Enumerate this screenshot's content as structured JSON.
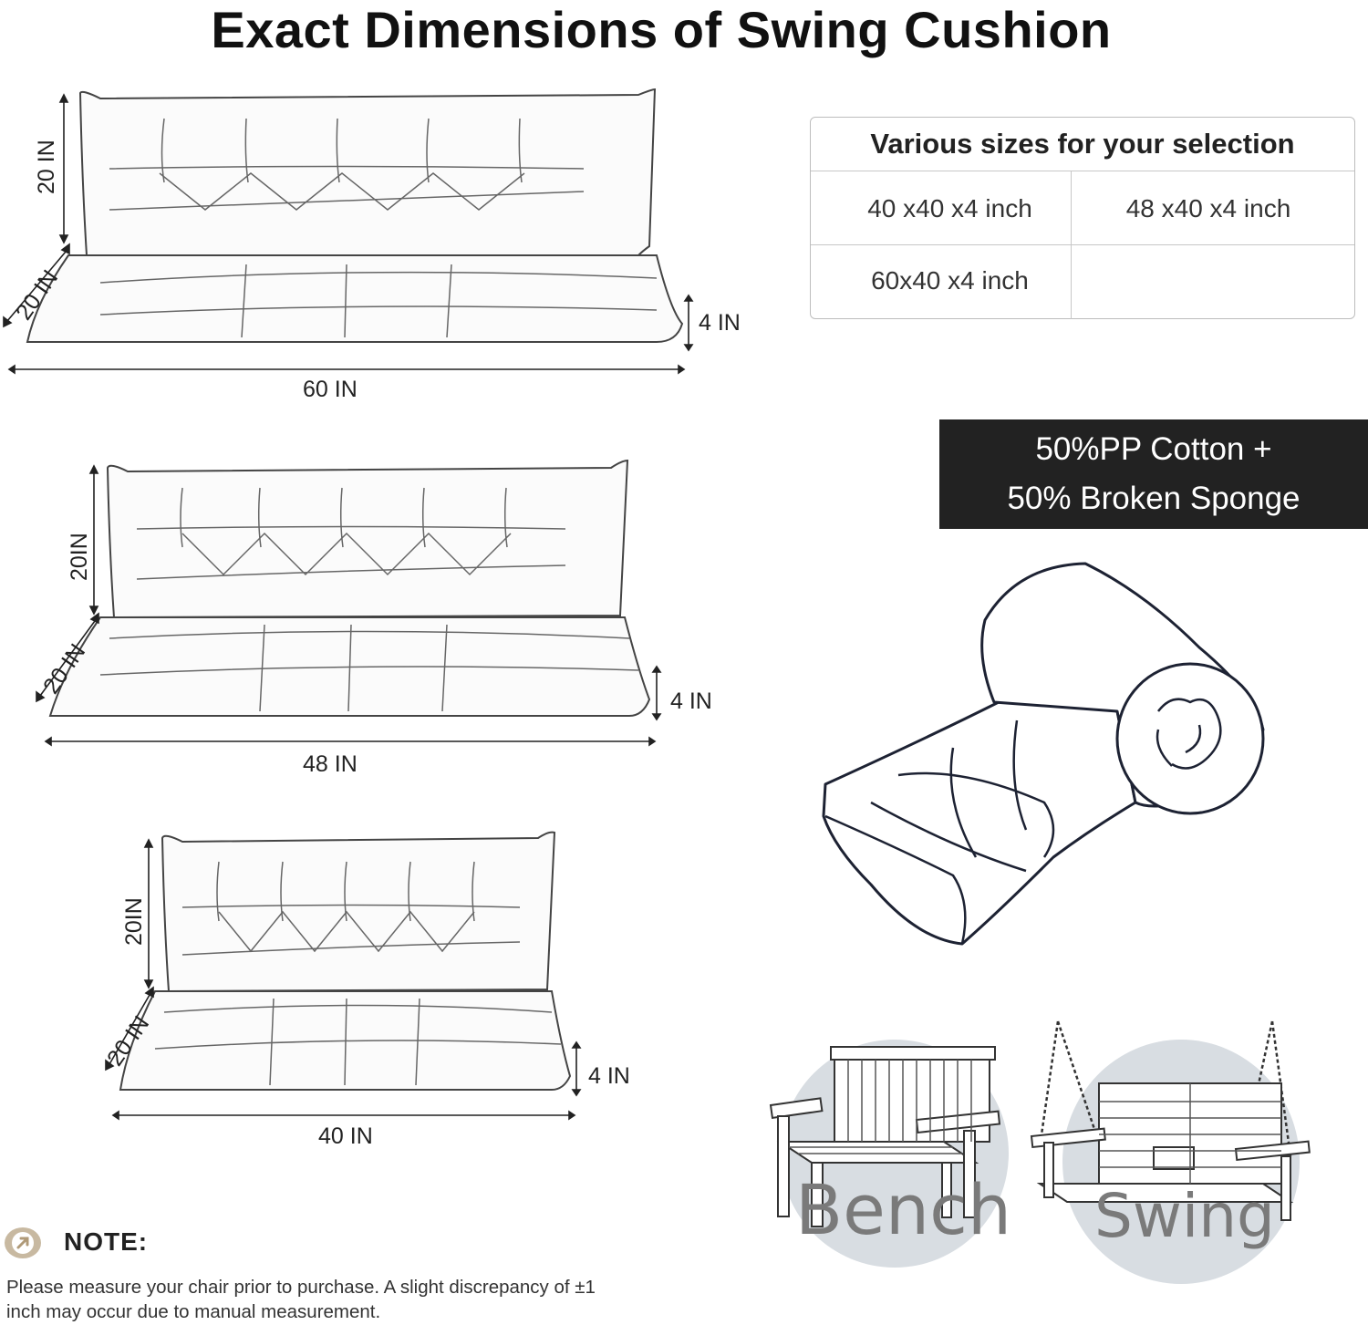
{
  "page": {
    "title": "Exact Dimensions of Swing Cushion"
  },
  "cushions": [
    {
      "height_label": "20 IN",
      "depth_label": "20 IN",
      "thickness_label": "4 IN",
      "width_label": "60 IN"
    },
    {
      "height_label": "20IN",
      "depth_label": "20 IN",
      "thickness_label": "4 IN",
      "width_label": "48 IN"
    },
    {
      "height_label": "20IN",
      "depth_label": "20 IN",
      "thickness_label": "4 IN",
      "width_label": "40 IN"
    }
  ],
  "size_table": {
    "header": "Various sizes for your selection",
    "sizes": [
      "40 x40 x4 inch",
      "48 x40 x4 inch",
      "60x40 x4 inch",
      ""
    ]
  },
  "material": {
    "line1": "50%PP Cotton +",
    "line2": "50% Broken Sponge"
  },
  "usage": {
    "bench_label": "Bench",
    "swing_label": "Swing"
  },
  "note": {
    "label": "NOTE:",
    "text": "Please measure your chair prior to purchase. A slight discrepancy of ±1 inch may occur due to manual measurement."
  },
  "colors": {
    "banner_bg": "#222222",
    "circle_bg": "#d8dde2",
    "note_icon": "#c8b9a1"
  }
}
